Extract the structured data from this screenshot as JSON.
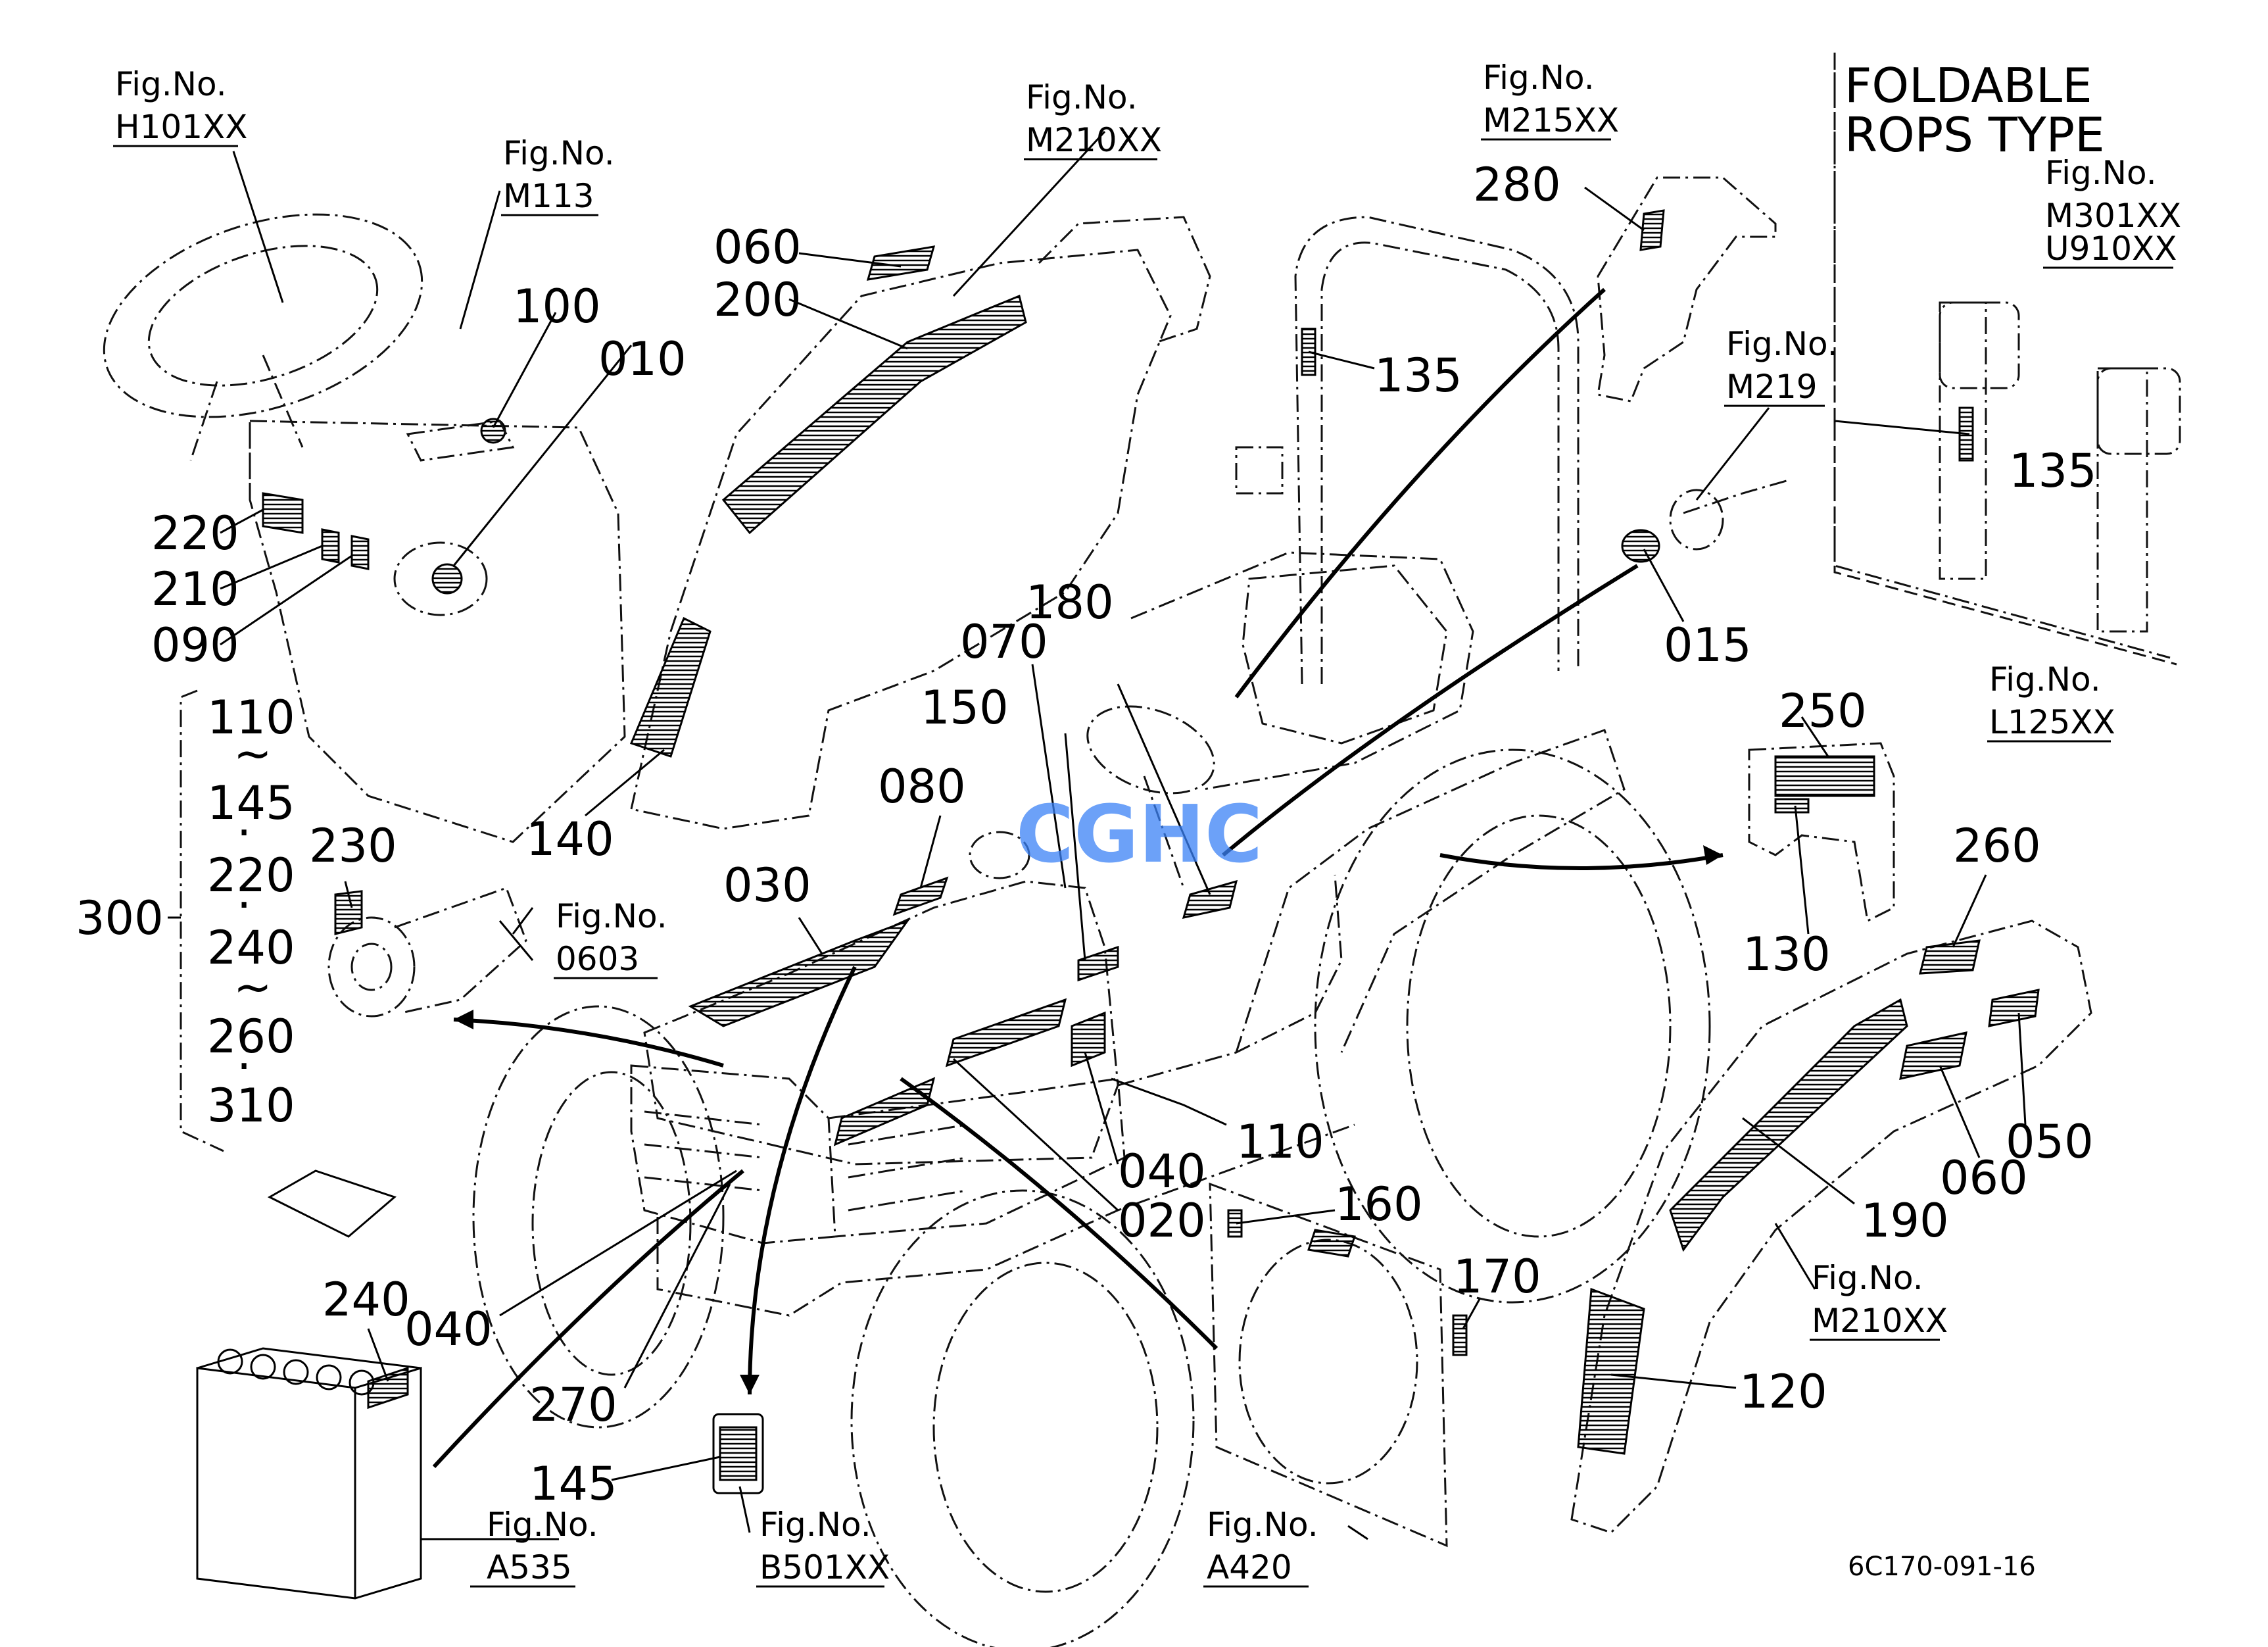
{
  "foldable_rops": {
    "title_line1": "FOLDABLE",
    "title_line2": "ROPS TYPE"
  },
  "fig_refs": {
    "h101": {
      "prefix": "Fig.No.",
      "code": "H101XX"
    },
    "m113": {
      "prefix": "Fig.No.",
      "code": "M113"
    },
    "m210_top": {
      "prefix": "Fig.No.",
      "code": "M210XX"
    },
    "m215": {
      "prefix": "Fig.No.",
      "code": "M215XX"
    },
    "m219": {
      "prefix": "Fig.No.",
      "code": "M219"
    },
    "m301": {
      "prefix": "Fig.No.",
      "code": "M301XX",
      "code2": "U910XX"
    },
    "l125": {
      "prefix": "Fig.No.",
      "code": "L125XX"
    },
    "f0603": {
      "prefix": "Fig.No.",
      "code": "0603"
    },
    "a535": {
      "prefix": "Fig.No.",
      "code": "A535"
    },
    "b501": {
      "prefix": "Fig.No.",
      "code": "B501XX"
    },
    "a420": {
      "prefix": "Fig.No.",
      "code": "A420"
    },
    "m210_bottom": {
      "prefix": "Fig.No.",
      "code": "M210XX"
    }
  },
  "parts": {
    "p060_top": "060",
    "p200": "200",
    "p100": "100",
    "p010": "010",
    "p220": "220",
    "p210": "210",
    "p090": "090",
    "p280": "280",
    "p135": "135",
    "p135_rops": "135",
    "p015": "015",
    "p180": "180",
    "p070": "070",
    "p150": "150",
    "p080": "080",
    "p140": "140",
    "p030": "030",
    "p230": "230",
    "p250": "250",
    "p130": "130",
    "p260": "260",
    "p110": "110",
    "p040_right": "040",
    "p020": "020",
    "p160": "160",
    "p170": "170",
    "p190": "190",
    "p060_right": "060",
    "p050": "050",
    "p120": "120",
    "p240": "240",
    "p040_left": "040",
    "p270": "270",
    "p145": "145",
    "p300": "300"
  },
  "group_300": {
    "items": [
      "110",
      "~",
      "145",
      "·",
      "220",
      "·",
      "240",
      "~",
      "260",
      "·",
      "310"
    ]
  },
  "drawing_code": "6C170-091-16",
  "watermark": "CGHC"
}
